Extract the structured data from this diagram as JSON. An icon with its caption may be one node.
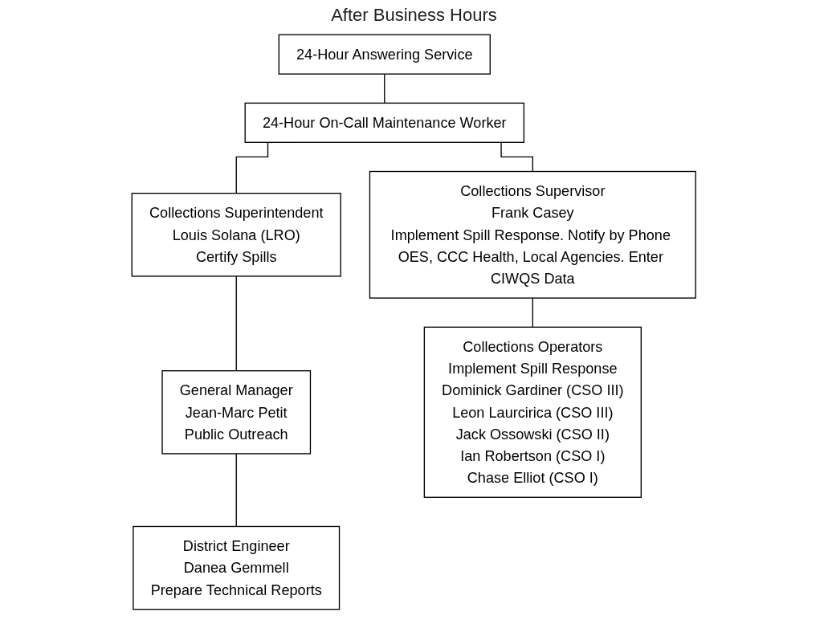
{
  "diagram": {
    "title": "After Business Hours",
    "nodes": [
      {
        "text": [
          "24-Hour Answering Service"
        ]
      },
      {
        "text": [
          "24-Hour On-Call Maintenance Worker"
        ]
      },
      {
        "text": [
          "Collections Superintendent",
          "Louis Solana (LRO)",
          "Certify Spills"
        ]
      },
      {
        "text": [
          "General Manager",
          "Jean-Marc Petit",
          "Public Outreach"
        ]
      },
      {
        "text": [
          "District Engineer",
          "Danea Gemmell",
          "Prepare Technical Reports"
        ]
      },
      {
        "text": [
          "Collections Supervisor",
          "Frank Casey",
          "Implement Spill Response. Notify by Phone OES, CCC Health, Local Agencies. Enter CIWQS Data"
        ]
      },
      {
        "text": [
          "Collections Operators",
          "Implement Spill Response",
          "Dominick Gardiner (CSO III)",
          "Leon Laurcirica (CSO III)",
          "Jack Ossowski (CSO II)",
          "Ian Robertson (CSO I)",
          "Chase Elliot (CSO I)"
        ]
      }
    ],
    "edges": [
      {
        "from": 0,
        "to": 1,
        "arrow": "none"
      },
      {
        "from": 1,
        "to": 5,
        "arrow": "none"
      },
      {
        "from": 1,
        "to": 2,
        "arrow": "none"
      },
      {
        "from": 2,
        "to": 3,
        "arrow": "none"
      },
      {
        "from": 3,
        "to": 4,
        "arrow": "none"
      },
      {
        "from": 5,
        "to": 6,
        "arrow": "none"
      }
    ]
  }
}
